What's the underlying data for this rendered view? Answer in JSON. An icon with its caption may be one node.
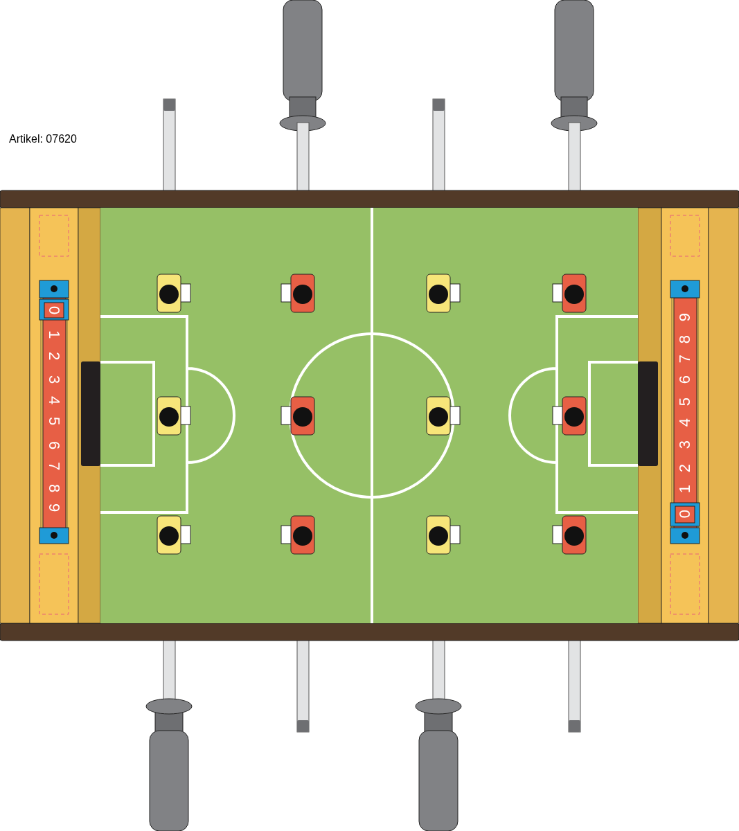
{
  "diagram": {
    "labels": [
      "Artikel: 07620",
      "0",
      "1",
      "2",
      "3",
      "4",
      "5",
      "6",
      "7",
      "8",
      "9",
      "9",
      "8",
      "7",
      "6",
      "5",
      "4",
      "3",
      "2",
      "1",
      "0"
    ]
  }
}
